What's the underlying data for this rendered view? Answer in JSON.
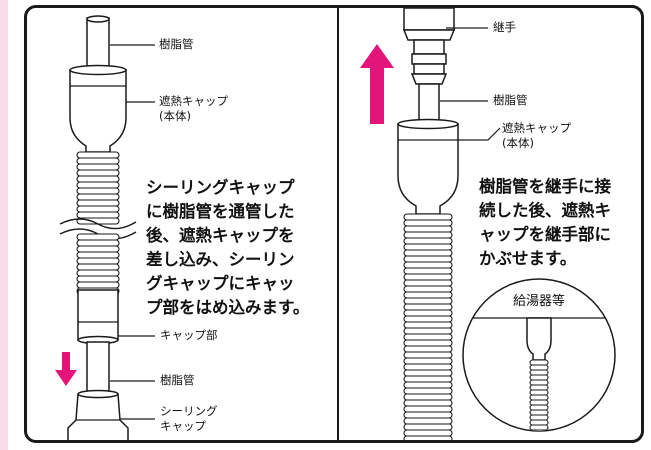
{
  "colors": {
    "accent": "#e3147a",
    "line": "#1a1a1a",
    "side_bar": "#f8dce9"
  },
  "icons": {
    "left_arrow": "arrow-down-icon",
    "right_arrow": "arrow-up-icon"
  },
  "left_panel": {
    "labels": {
      "resin_pipe_top": "樹脂管",
      "heat_cap_line1": "遮熱キャップ",
      "heat_cap_line2": "(本体)",
      "cap_part": "キャップ部",
      "resin_pipe_bottom": "樹脂管",
      "sealing_cap_line1": "シーリング",
      "sealing_cap_line2": "キャップ"
    },
    "instruction": [
      "シーリングキャップ",
      "に樹脂管を通管した",
      "後、遮熱キャップを",
      "差し込み、シーリン",
      "グキャップにキャッ",
      "プ部をはめ込みます。"
    ]
  },
  "right_panel": {
    "labels": {
      "fitting": "継手",
      "resin_pipe": "樹脂管",
      "heat_cap_line1": "遮熱キャップ",
      "heat_cap_line2": "(本体)"
    },
    "instruction": [
      "樹脂管を継手に接",
      "続した後、遮熱キ",
      "ャップを継手部に",
      "かぶせます。"
    ],
    "inset_title": "給湯器等"
  }
}
